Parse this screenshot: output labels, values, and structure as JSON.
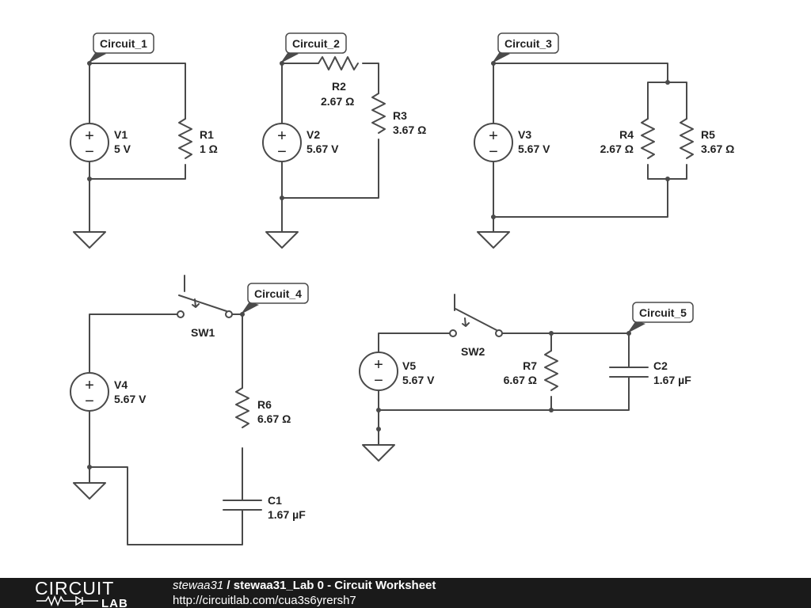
{
  "circuits": [
    {
      "label": "Circuit_1"
    },
    {
      "label": "Circuit_2"
    },
    {
      "label": "Circuit_3"
    },
    {
      "label": "Circuit_4"
    },
    {
      "label": "Circuit_5"
    }
  ],
  "components": {
    "V1": {
      "name": "V1",
      "value": "5 V"
    },
    "R1": {
      "name": "R1",
      "value": "1 Ω"
    },
    "V2": {
      "name": "V2",
      "value": "5.67 V"
    },
    "R2": {
      "name": "R2",
      "value": "2.67 Ω"
    },
    "R3": {
      "name": "R3",
      "value": "3.67 Ω"
    },
    "V3": {
      "name": "V3",
      "value": "5.67 V"
    },
    "R4": {
      "name": "R4",
      "value": "2.67 Ω"
    },
    "R5": {
      "name": "R5",
      "value": "3.67 Ω"
    },
    "V4": {
      "name": "V4",
      "value": "5.67 V"
    },
    "SW1": {
      "name": "SW1"
    },
    "R6": {
      "name": "R6",
      "value": "6.67 Ω"
    },
    "C1": {
      "name": "C1",
      "value": "1.67 µF"
    },
    "V5": {
      "name": "V5",
      "value": "5.67 V"
    },
    "SW2": {
      "name": "SW2"
    },
    "R7": {
      "name": "R7",
      "value": "6.67 Ω"
    },
    "C2": {
      "name": "C2",
      "value": "1.67 µF"
    }
  },
  "source_symbols": {
    "plus": "+",
    "minus": "−"
  },
  "footer": {
    "logo_top": "CIRCUIT",
    "logo_bottom": "LAB",
    "user": "stewaa31",
    "separator": " / ",
    "title": "stewaa31_Lab 0 - Circuit Worksheet",
    "url": "http://circuitlab.com/cua3s6yrersh7"
  },
  "colors": {
    "wire": "#4a4a4a",
    "footer_bg": "#1a1a1a"
  }
}
